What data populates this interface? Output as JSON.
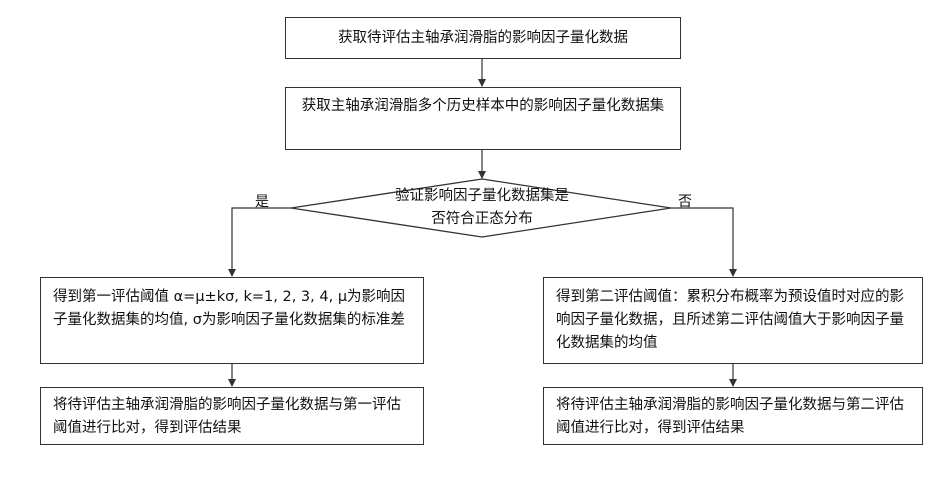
{
  "diagram": {
    "step1": "获取待评估主轴承润滑脂的影响因子量化数据",
    "step2": "获取主轴承润滑脂多个历史样本中的影响因子量化数据集",
    "decision": "验证影响因子量化数据集是否符合正态分布",
    "yes_label": "是",
    "no_label": "否",
    "left_threshold": "得到第一评估阈值 α=μ±kσ, k=1, 2, 3, 4, μ为影响因子量化数据集的均值, σ为影响因子量化数据集的标准差",
    "left_compare": "将待评估主轴承润滑脂的影响因子量化数据与第一评估阈值进行比对，得到评估结果",
    "right_threshold": "得到第二评估阈值：累积分布概率为预设值时对应的影响因子量化数据，且所述第二评估阈值大于影响因子量化数据集的均值",
    "right_compare": "将待评估主轴承润滑脂的影响因子量化数据与第二评估阈值进行比对，得到评估结果"
  }
}
